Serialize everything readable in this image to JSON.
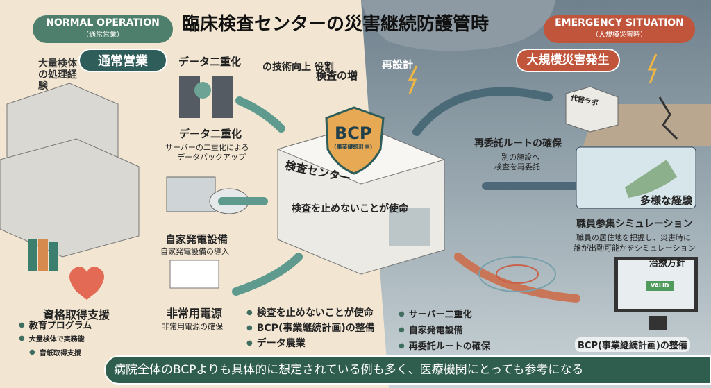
{
  "title": "臨床検査センターの災害継続防護管時",
  "normal": {
    "label": "NORMAL OPERATION",
    "sub": "（通常営業）",
    "tag": "通常営業",
    "overlay": "大量検体の処理経験"
  },
  "emergency": {
    "label": "EMERGENCY SITUATION",
    "sub": "（大規模災害時）",
    "tag": "大規模災害発生"
  },
  "top_fragments": {
    "role": "の技術向上 役割",
    "increase": "検査の増",
    "redesign": "再設計",
    "data_dup_top": "データ二重化"
  },
  "data_dup": {
    "title": "データ二重化",
    "desc1": "サーバーの二重化による",
    "desc2": "データバックアップ"
  },
  "generator": {
    "title": "自家発電設備",
    "desc": "自家発電設備の導入"
  },
  "emergency_power": {
    "title": "非常用電源",
    "desc": "非常用電源の確保"
  },
  "qualification": {
    "title": "資格取得支援",
    "bullets": [
      "教育プログラム",
      "大量検体で実務能",
      "音紙取得支援"
    ]
  },
  "center": {
    "shield": "BCP",
    "shield_sub": "(事業継続計画)",
    "name": "検査センター",
    "mission": "検査を止めないことが使命"
  },
  "alt_lab": "代替ラボ",
  "reconsign": {
    "title": "再委託ルートの確保",
    "desc1": "別の施設へ",
    "desc2": "検査を再委託"
  },
  "map_label": "多様な経験",
  "staff_sim": {
    "title": "職員参集シミュレーション",
    "desc1": "職員の居住地を把握し、災害時に",
    "desc2": "誰が出勤可能かをシミュレーション"
  },
  "treatment": "治療方針",
  "valid": "VALID",
  "bcp_ready": "BCP(事業継続計画)の整備",
  "mid_bullets": [
    "検査を止めないことが使命",
    "BCP(事業継続計画)の整備",
    "データ農業"
  ],
  "right_bullets": [
    "サーバー二重化",
    "自家発電設備",
    "再委託ルートの確保"
  ],
  "banner": "病院全体のBCPよりも具体的に想定されている例も多く、医療機関にとっても参考になる",
  "colors": {
    "green": "#4e7e6c",
    "teal": "#2f5d5a",
    "red": "#c0553c",
    "banner": "#2f5e4f",
    "storm": "#7d8f9b"
  }
}
